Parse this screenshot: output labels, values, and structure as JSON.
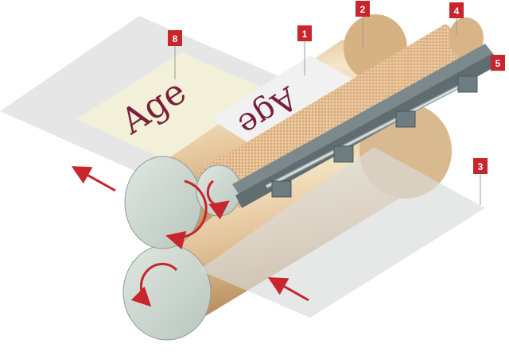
{
  "labels": [
    {
      "id": "1",
      "text": "1"
    },
    {
      "id": "2",
      "text": "2"
    },
    {
      "id": "3",
      "text": "3"
    },
    {
      "id": "4",
      "text": "4"
    },
    {
      "id": "5",
      "text": "5"
    },
    {
      "id": "8",
      "text": "8"
    }
  ],
  "printed_text": "Age",
  "plate_text": "Age",
  "colors": {
    "badge": "#c8252c",
    "arrow": "#c8252c",
    "paper": "#e6e6e6",
    "print_area": "#f2f0d8",
    "ink": "#7a1f3a",
    "cylinder": "#e8c9a0",
    "cylinder_dark": "#c9a274",
    "roller_face": "#cfd9d2",
    "bar": "#6c7c80",
    "plate": "#f3f3f3"
  },
  "icons": [
    "rotation-arrow-icon",
    "direction-arrow-icon"
  ]
}
